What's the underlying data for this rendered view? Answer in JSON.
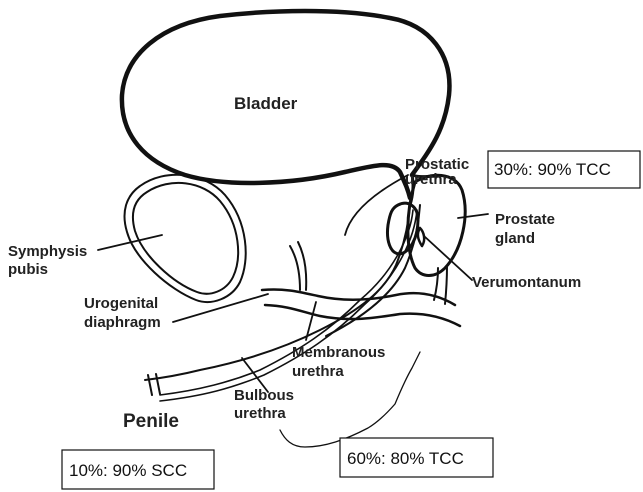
{
  "labels": {
    "bladder": "Bladder",
    "prostatic_urethra_line1": "Prostatic",
    "prostatic_urethra_line2": "urethra",
    "prostate_gland_line1": "Prostate",
    "prostate_gland_line2": "gland",
    "symphysis_line1": "Symphysis",
    "symphysis_line2": "pubis",
    "verumontanum": "Verumontanum",
    "urogenital_line1": "Urogenital",
    "urogenital_line2": "diaphragm",
    "membranous_line1": "Membranous",
    "membranous_line2": "urethra",
    "bulbous_line1": "Bulbous",
    "bulbous_line2": "urethra",
    "penile": "Penile"
  },
  "boxes": {
    "prostatic_stat": "30%:  90% TCC",
    "bulbous_membranous_stat": "60%:  80% TCC",
    "penile_stat": "10%:  90% SCC"
  }
}
